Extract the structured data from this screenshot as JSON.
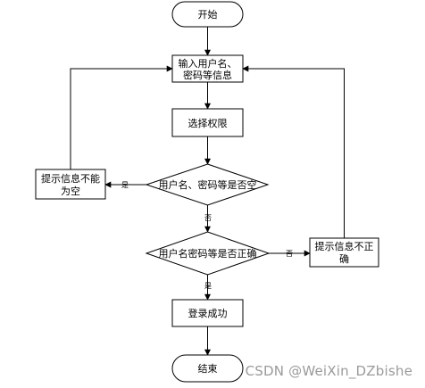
{
  "diagram": {
    "nodes": {
      "start": "开始",
      "input": [
        "输入用户名、",
        "密码等信息"
      ],
      "select_role": "选择权限",
      "check_empty": "用户名、密码等是否空",
      "hint_empty": [
        "提示信息不能",
        "为空"
      ],
      "check_correct": "用户名密码等是否正确",
      "hint_wrong": [
        "提示信息不正",
        "确"
      ],
      "success": "登录成功",
      "end": "结束"
    },
    "edge_labels": {
      "empty_yes": "是",
      "empty_no": "否",
      "correct_no": "否",
      "correct_yes": "是"
    }
  },
  "watermark": "CSDN @WeiXin_DZbishe"
}
